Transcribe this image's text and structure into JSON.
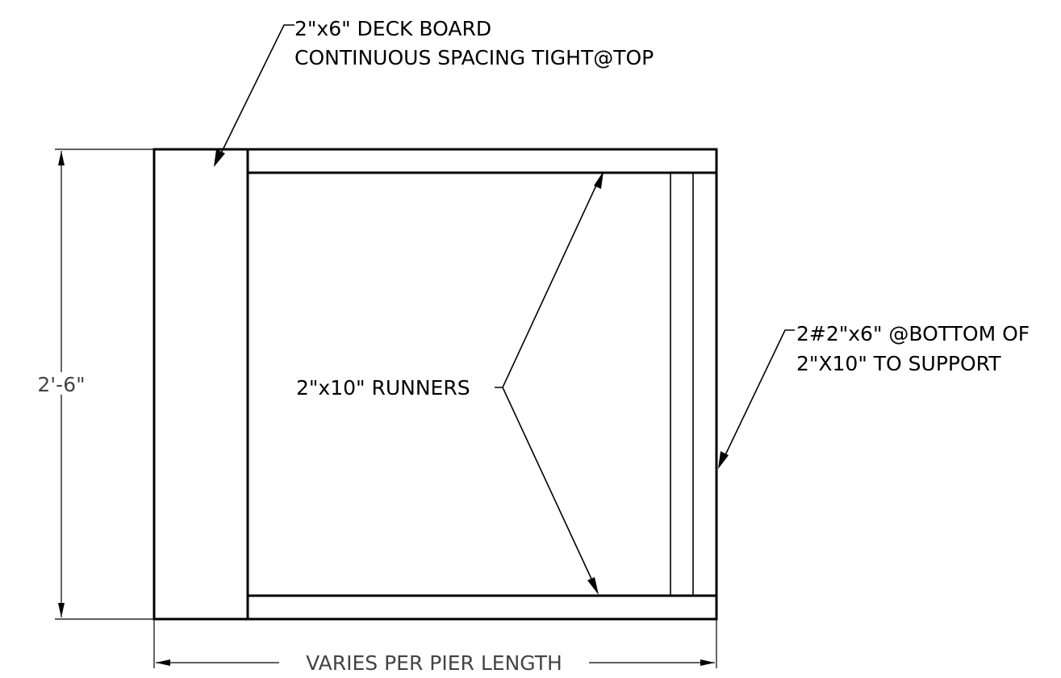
{
  "labels": {
    "deck_board_line1": "2\"x6\" DECK BOARD",
    "deck_board_line2": "CONTINUOUS SPACING TIGHT@TOP",
    "runners": "2\"x10\" RUNNERS",
    "support_line1": "2#2\"x6\" @BOTTOM OF",
    "support_line2": "2\"X10\" TO SUPPORT",
    "height_dim": "2'-6\"",
    "length_dim": "VARIES PER PIER LENGTH"
  },
  "colors": {
    "line": "#000000",
    "dimension_text": "#444444",
    "background": "#ffffff"
  }
}
